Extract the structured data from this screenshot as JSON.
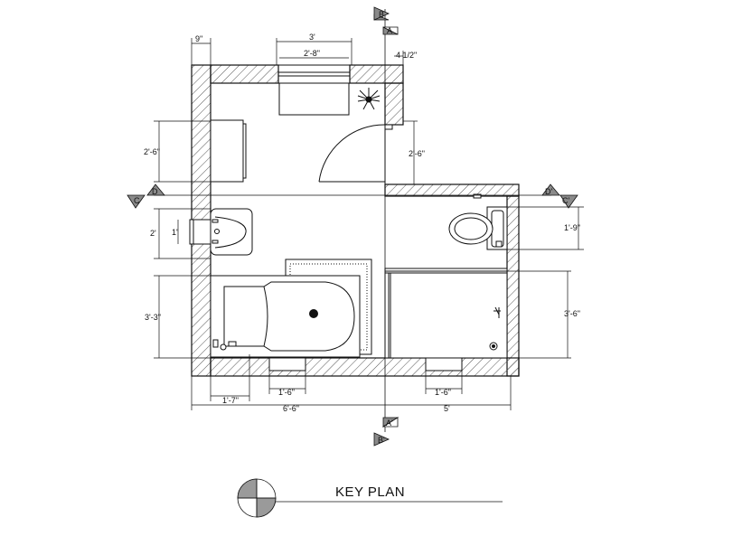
{
  "title": "KEY PLAN",
  "section_markers": {
    "top_b": "B",
    "top_a": "A",
    "bottom_a": "A'",
    "bottom_b": "B'",
    "left_c": "C",
    "left_d": "D",
    "right_d": "D'",
    "right_c": "C'"
  },
  "dimensions": {
    "left_wall_top": "9\"",
    "window_outer": "3'",
    "window_inner": "2'-8\"",
    "right_stub": "4 1/2\"",
    "vanity_depth": "2'-6\"",
    "door_width": "2'-6\"",
    "sink_width": "2'",
    "sink_small": "1'",
    "toilet_depth": "1'-9\"",
    "tub_length": "3'-3\"",
    "shower_length": "3'-6\"",
    "vent_left": "1'-6\"",
    "vent_right": "1'-6\"",
    "tub_offset": "1'-7\"",
    "overall_left": "6'-6\"",
    "overall_right": "5'"
  },
  "colors": {
    "line": "#111111",
    "hatch": "#555555",
    "marker_fill": "#8a8a8a"
  }
}
